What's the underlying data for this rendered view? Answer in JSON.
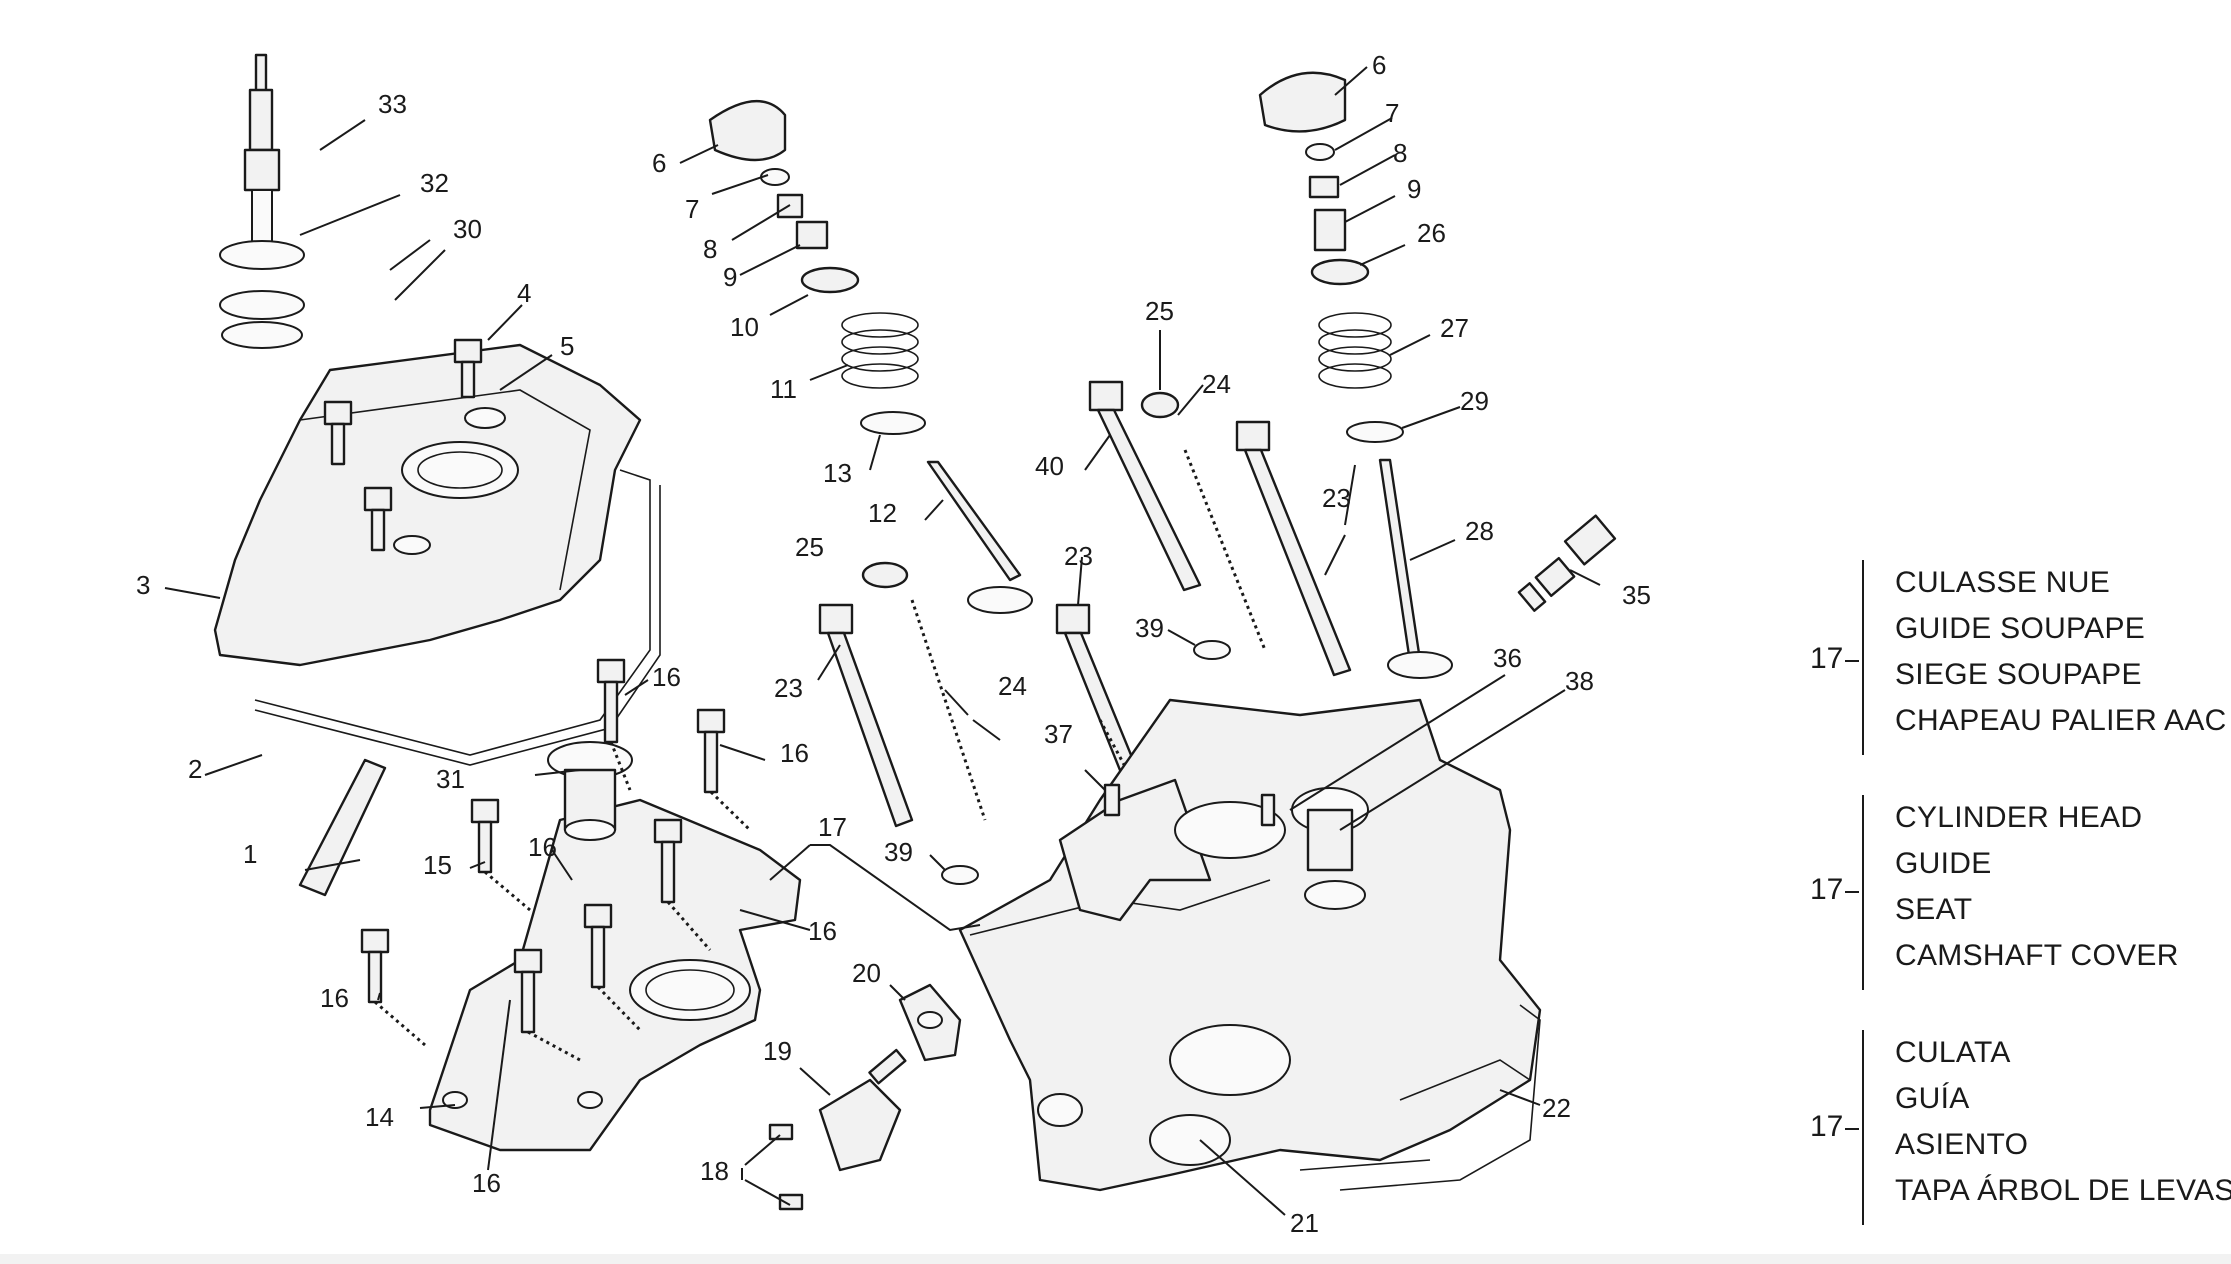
{
  "callouts": {
    "c1": "1",
    "c2": "2",
    "c3": "3",
    "c4": "4",
    "c5": "5",
    "c6a": "6",
    "c6b": "6",
    "c7a": "7",
    "c7b": "7",
    "c8a": "8",
    "c8b": "8",
    "c9a": "9",
    "c9b": "9",
    "c10": "10",
    "c11": "11",
    "c12": "12",
    "c13": "13",
    "c14": "14",
    "c15": "15",
    "c16a": "16",
    "c16b": "16",
    "c16c": "16",
    "c16d": "16",
    "c16e": "16",
    "c16f": "16",
    "c17": "17",
    "c18": "18",
    "c19": "19",
    "c20": "20",
    "c21": "21",
    "c22": "22",
    "c23a": "23",
    "c23b": "23",
    "c23c": "23",
    "c24a": "24",
    "c24b": "24",
    "c25a": "25",
    "c25b": "25",
    "c26": "26",
    "c27": "27",
    "c28": "28",
    "c29": "29",
    "c30": "30",
    "c31": "31",
    "c32": "32",
    "c33": "33",
    "c35": "35",
    "c36": "36",
    "c37": "37",
    "c38": "38",
    "c39a": "39",
    "c39b": "39",
    "c40": "40"
  },
  "legend": {
    "french": {
      "number": "17",
      "lines": [
        "CULASSE NUE",
        "GUIDE SOUPAPE",
        "SIEGE SOUPAPE",
        "CHAPEAU PALIER AAC"
      ]
    },
    "english": {
      "number": "17",
      "lines": [
        "CYLINDER HEAD",
        "GUIDE",
        "SEAT",
        "CAMSHAFT COVER"
      ]
    },
    "spanish": {
      "number": "17",
      "lines": [
        "CULATA",
        "GUÍA",
        "ASIENTO",
        "TAPA ÁRBOL DE LEVAS"
      ]
    }
  }
}
